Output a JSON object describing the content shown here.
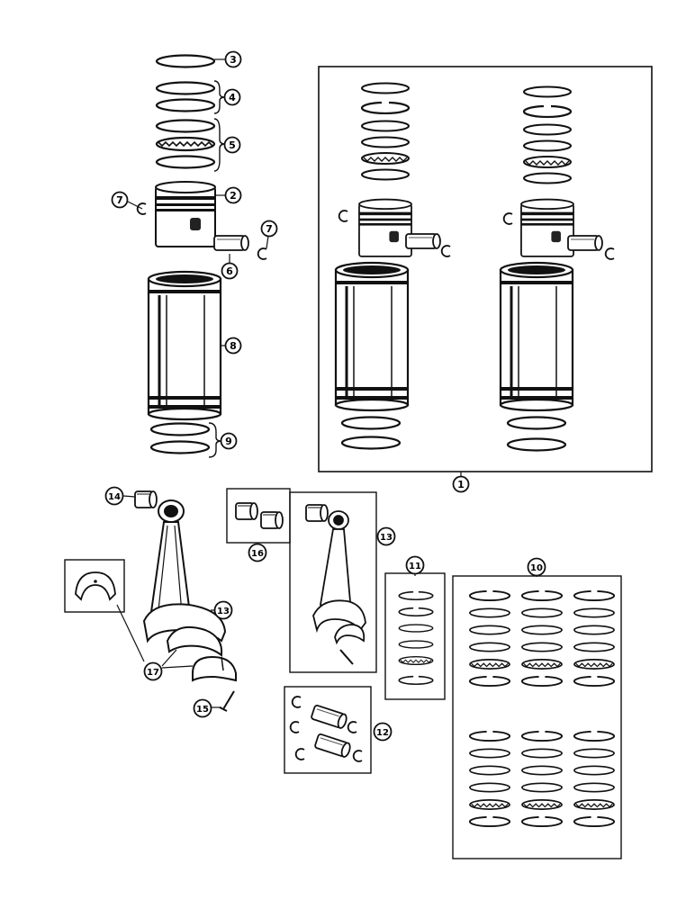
{
  "colors": {
    "ink": "#111111",
    "paper": "#ffffff"
  },
  "callouts": {
    "c1": "1",
    "c2": "2",
    "c3": "3",
    "c4": "4",
    "c5": "5",
    "c6": "6",
    "c7a": "7",
    "c7b": "7",
    "c8": "8",
    "c9": "9",
    "c10": "10",
    "c11": "11",
    "c12": "12",
    "c13a": "13",
    "c13b": "13",
    "c14": "14",
    "c15": "15",
    "c16": "16",
    "c17": "17"
  }
}
